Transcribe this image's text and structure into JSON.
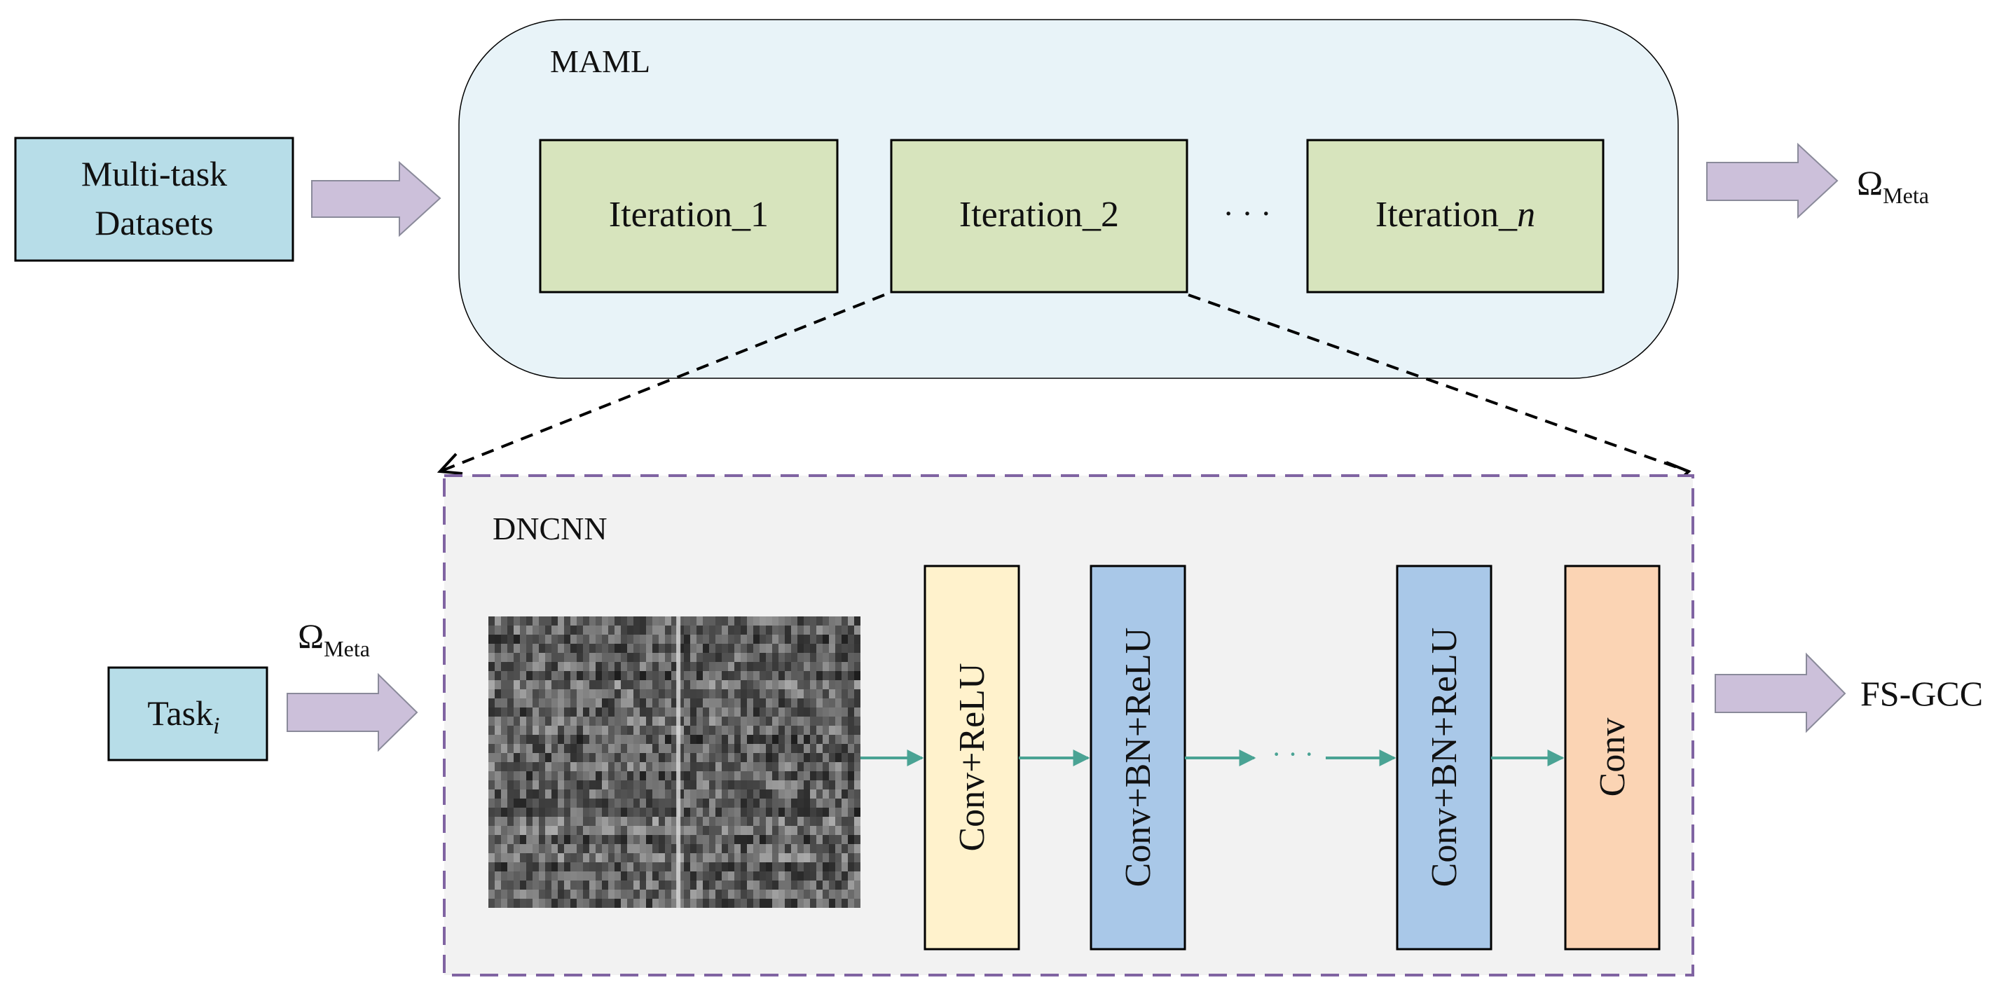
{
  "maml": {
    "title": "MAML",
    "iterations": [
      "Iteration_1",
      "Iteration_2",
      "Iteration_"
    ],
    "iteration_n_suffix": "n",
    "ellipsis": "· · ·"
  },
  "inputs": {
    "datasets_line1": "Multi-task",
    "datasets_line2": "Datasets",
    "task_label": "Task",
    "task_sub": "i"
  },
  "outputs": {
    "omega_symbol": "Ω",
    "omega_sub": "Meta",
    "result": "FS-GCC"
  },
  "dncnn": {
    "title": "DNCNN",
    "layers": [
      "Conv+ReLU",
      "Conv+BN+ReLU",
      "Conv+BN+ReLU",
      "Conv"
    ],
    "ellipsis": "· · ·"
  },
  "colors": {
    "maml_bg": "#e8f3f8",
    "dncnn_bg": "#f2f2f2",
    "dncnn_border": "#8064a2",
    "input_box": "#b7dde8",
    "iteration_box": "#d7e4bd",
    "conv_relu": "#fff2cc",
    "conv_bn_relu": "#a9c8e8",
    "conv": "#fbd4b4",
    "fat_arrow": "#ccc0da",
    "teal_arrow": "#4aa394"
  }
}
